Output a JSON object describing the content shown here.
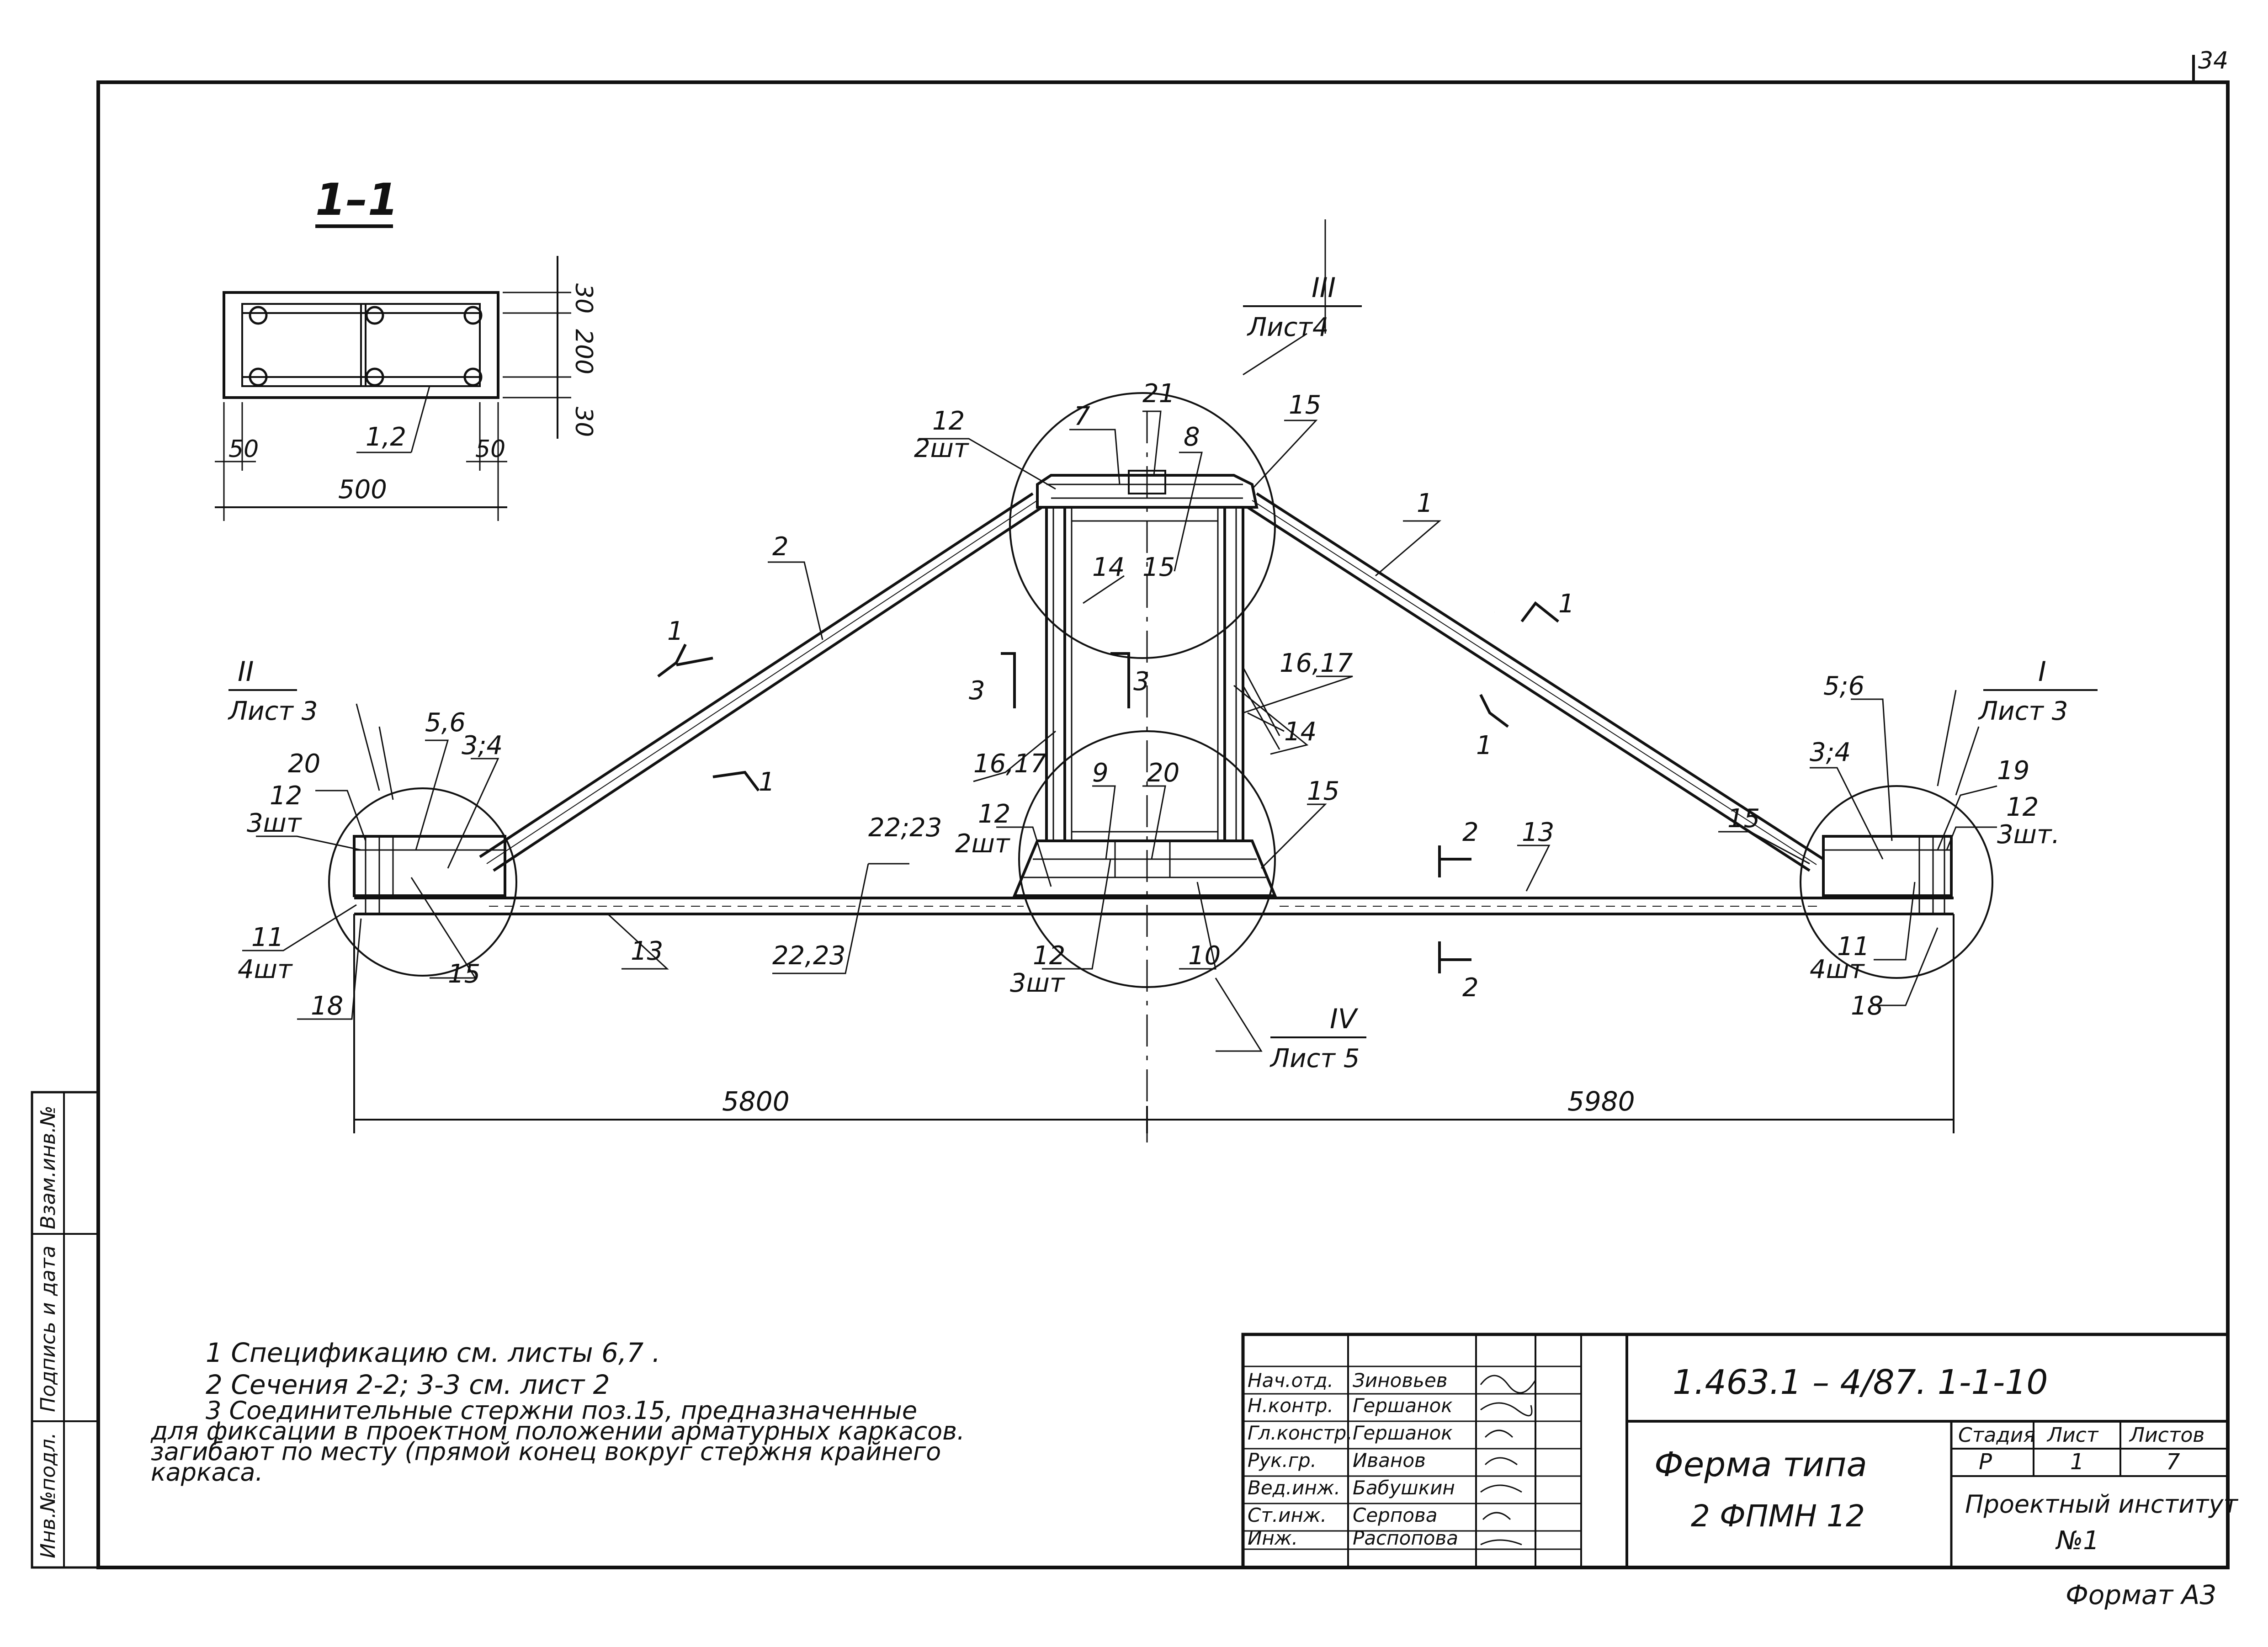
{
  "sheet": {
    "page_number": "34",
    "format_label": "Формат А3"
  },
  "section_view": {
    "title": "1–1",
    "dims": {
      "d30_top": "30",
      "d200": "200",
      "d30_bottom": "30",
      "d50_left": "50",
      "d50_right": "50",
      "d500": "500"
    },
    "rebar_label": "1,2"
  },
  "truss": {
    "positions": {
      "p1a": "1",
      "p1b": "1",
      "p2": "2",
      "p3_4_left": "3;4",
      "p3_4_right": "3;4",
      "p5_6_left": "5,6",
      "p5_6_right": "5;6",
      "p7": "7",
      "p8": "8",
      "p9": "9",
      "p10": "10",
      "p11_left": "11",
      "p11_left_qty": "4шт",
      "p11_right": "11",
      "p11_right_qty": "4шт",
      "p12_top": "12",
      "p12_top_qty": "2шт",
      "p12_left": "12",
      "p12_left_qty": "3шт",
      "p12_mid_left": "12",
      "p12_mid_left_qty": "2шт",
      "p12_mid_bottom": "12",
      "p12_mid_bottom_qty": "3шт",
      "p12_right": "12",
      "p12_right_qty": "3шт.",
      "p13_left": "13",
      "p13_right": "13",
      "p14_left": "14",
      "p14_right": "14",
      "p15_top": "15",
      "p15_mid_top": "15",
      "p15_mid": "15",
      "p15_left": "15",
      "p15_right": "15",
      "p16_17_left": "16,17",
      "p16_17_right": "16,17",
      "p18_left": "18",
      "p18_right": "18",
      "p19": "19",
      "p20_left": "20",
      "p20_mid": "20",
      "p21": "21",
      "p22_23_top": "22;23",
      "p22_23_bottom": "22,23"
    },
    "nodes": {
      "I": {
        "roman": "I",
        "sheet": "Лист 3"
      },
      "II": {
        "roman": "II",
        "sheet": "Лист 3"
      },
      "III": {
        "roman": "III",
        "sheet": "Лист4"
      },
      "IV": {
        "roman": "IV",
        "sheet": "Лист 5"
      }
    },
    "section_marks": {
      "s1": "1",
      "s2": "2",
      "s3": "3"
    },
    "span_dims": {
      "left": "5800",
      "right": "5980"
    }
  },
  "notes": [
    "1 Спецификацию см. листы 6,7 .",
    "2 Сечения 2-2; 3-3 см. лист 2",
    "3 Соединительные стержни поз.15, предназначенные",
    "для фиксации в проектном положении арматурных каркасов.",
    "загибают по месту (прямой конец вокруг стержня крайнего",
    "каркаса."
  ],
  "margin_stamp": {
    "cells": [
      "Инв.№подл.",
      "Подпись и дата",
      "Взам.инв.№"
    ]
  },
  "title_block": {
    "designation": "1.463.1 – 4/87. 1-1-10",
    "title_line1": "Ферма типа",
    "title_line2": "2 ФПМН 12",
    "stage_header": "Стадия",
    "sheet_header": "Лист",
    "sheets_header": "Листов",
    "stage_value": "Р",
    "sheet_value": "1",
    "sheets_value": "7",
    "org_line1": "Проектный институт",
    "org_line2": "№1",
    "roles": [
      {
        "role": "Нач.отд.",
        "name": "Зиновьев"
      },
      {
        "role": "Н.контр.",
        "name": "Гершанок"
      },
      {
        "role": "Гл.констр.",
        "name": "Гершанок"
      },
      {
        "role": "Рук.гр.",
        "name": "Иванов"
      },
      {
        "role": "Вед.инж.",
        "name": "Бабушкин"
      },
      {
        "role": "Ст.инж.",
        "name": "Серпова"
      },
      {
        "role": "Инж.",
        "name": "Распопова"
      }
    ]
  }
}
